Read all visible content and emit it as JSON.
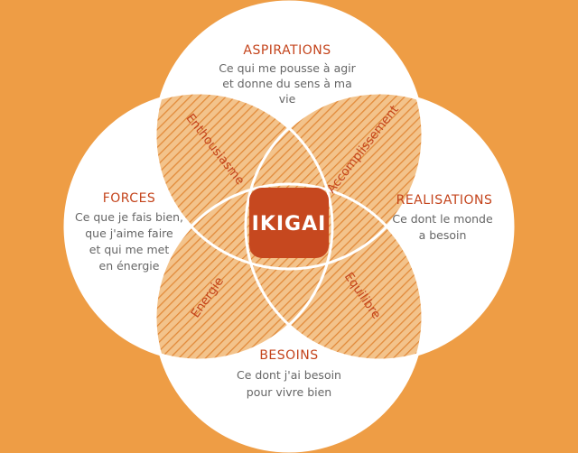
{
  "colors": {
    "background": "#EE9D45",
    "circle_fill": "#FFFFFF",
    "hatch_fill": "#F3C38B",
    "hatch_line": "#E28A3A",
    "title_red": "#C4441C",
    "body_gray": "#666666",
    "lens_text": "#C4441C",
    "center_fill": "#C6481F",
    "center_text": "#FFFFFF"
  },
  "circles": {
    "top": {
      "title": "ASPIRATIONS",
      "lines": [
        "Ce qui me pousse à agir",
        "et donne du sens à ma",
        "vie"
      ]
    },
    "left": {
      "title": "FORCES",
      "lines": [
        "Ce que je fais bien,",
        "que j'aime faire",
        "et qui me met",
        "en énergie"
      ]
    },
    "right": {
      "title": "REALISATIONS",
      "lines": [
        "Ce dont le monde",
        "a besoin"
      ]
    },
    "bottom": {
      "title": "BESOINS",
      "lines": [
        "Ce dont j'ai besoin",
        "pour vivre bien"
      ]
    }
  },
  "intersections": {
    "top_left": "Enthousiasme",
    "top_right": "Accomplissement",
    "bottom_left": "Energie",
    "bottom_right": "Equilibre"
  },
  "center": {
    "label": "IKIGAI"
  }
}
